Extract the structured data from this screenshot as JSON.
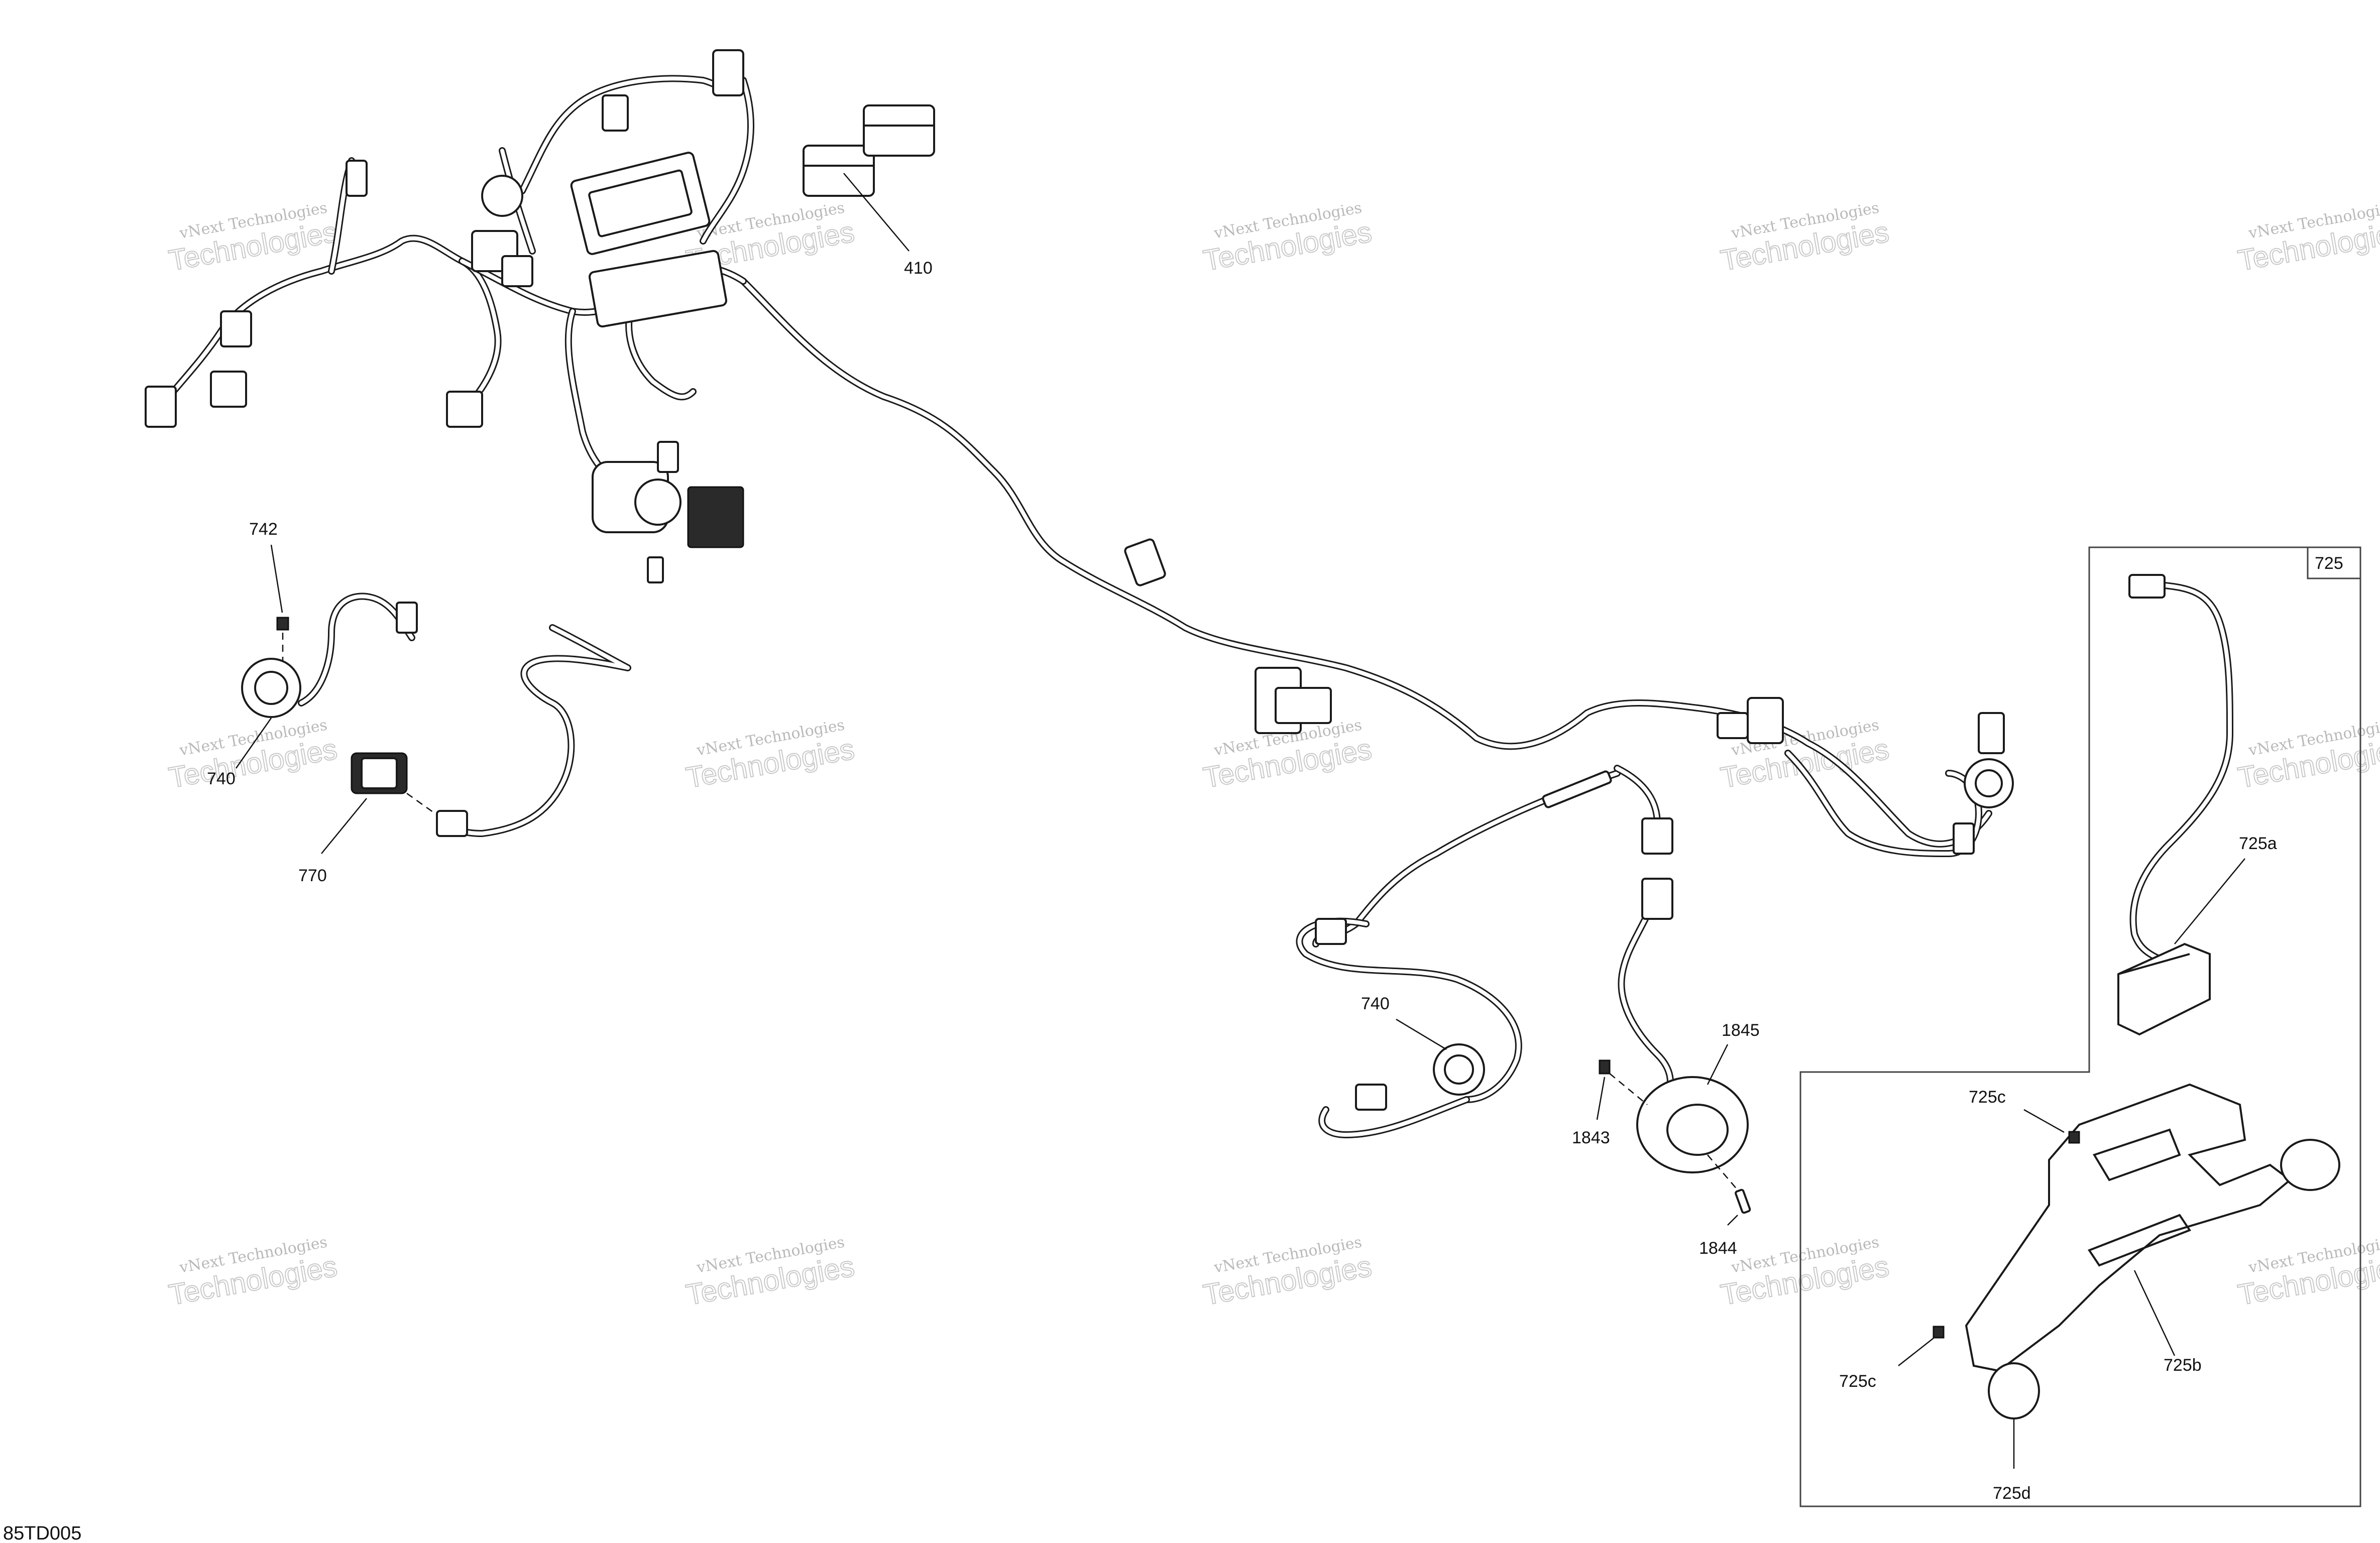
{
  "diagram": {
    "code": "85TD005",
    "watermark": {
      "line1": "vNext Technologies",
      "line2": "Technologies"
    },
    "callouts": {
      "c410": "410",
      "c742": "742",
      "c740_left": "740",
      "c770": "770",
      "c740_right": "740",
      "c1845": "1845",
      "c1843": "1843",
      "c1844": "1844",
      "c725": "725",
      "c725a": "725a",
      "c725c_top": "725c",
      "c725c_bottom": "725c",
      "c725b": "725b",
      "c725d": "725d"
    }
  }
}
